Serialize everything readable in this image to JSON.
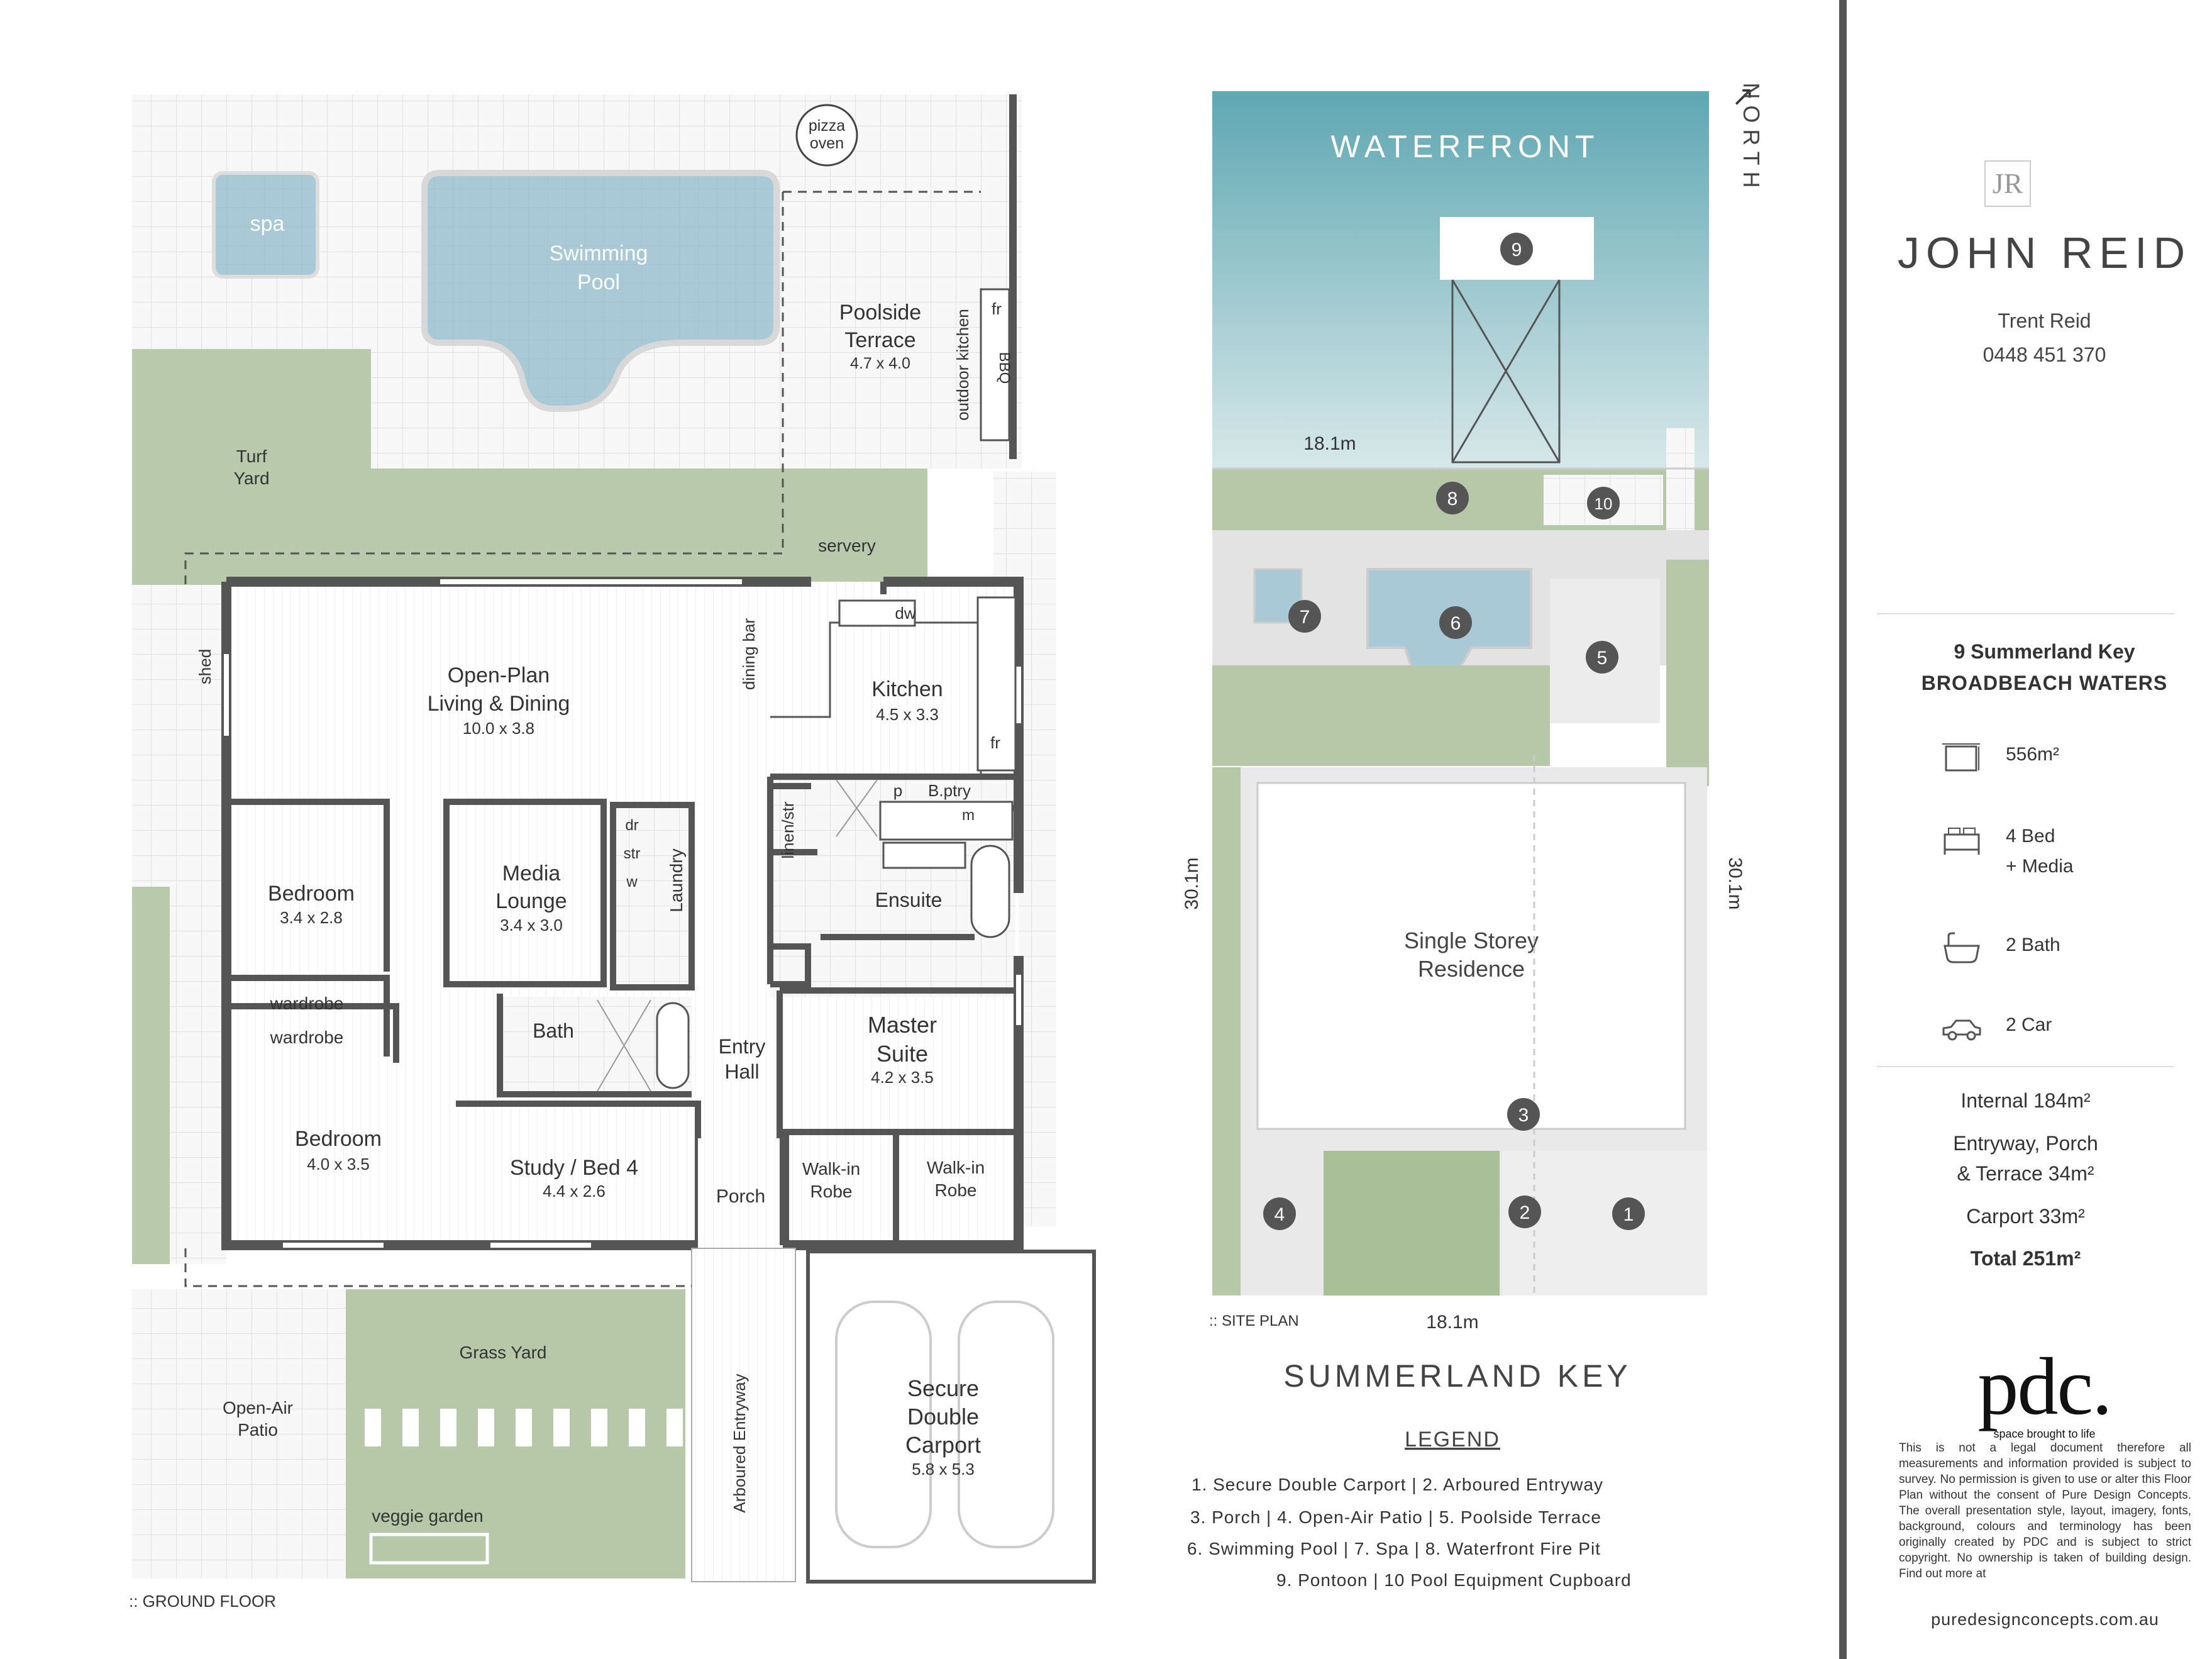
{
  "ground_floor": {
    "label": ":: GROUND FLOOR",
    "rooms": {
      "pizza_oven": [
        "pizza",
        "oven"
      ],
      "spa": "spa",
      "pool": [
        "Swimming",
        "Pool"
      ],
      "poolside": {
        "name": [
          "Poolside",
          "Terrace"
        ],
        "dims": "4.7 x 4.0"
      },
      "outdoor_kitchen": "outdoor kitchen",
      "fr": "fr",
      "bbq": "BBQ",
      "turf": [
        "Turf",
        "Yard"
      ],
      "servery": "servery",
      "shed": "shed",
      "living": {
        "name": [
          "Open-Plan",
          "Living & Dining"
        ],
        "dims": "10.0 x 3.8"
      },
      "dining_bar": "dining bar",
      "dw": "dw",
      "kitchen": {
        "name": "Kitchen",
        "dims": "4.5 x 3.3"
      },
      "fr2": "fr",
      "p": "p",
      "bpantry": "B.ptry",
      "m": "m",
      "linen": "linen/str",
      "dr": "dr",
      "str": "str",
      "w": "w",
      "laundry": "Laundry",
      "media": {
        "name": [
          "Media",
          "Lounge"
        ],
        "dims": "3.4 x 3.0"
      },
      "bedroom1": {
        "name": "Bedroom",
        "dims": "3.4 x 2.8"
      },
      "wardrobe1": "wardrobe",
      "wardrobe2": "wardrobe",
      "bedroom2": {
        "name": "Bedroom",
        "dims": "4.0 x 3.5"
      },
      "ensuite": "Ensuite",
      "bath": "Bath",
      "entry": [
        "Entry",
        "Hall"
      ],
      "master": {
        "name": [
          "Master",
          "Suite"
        ],
        "dims": "4.2 x 3.5"
      },
      "study": {
        "name": "Study / Bed 4",
        "dims": "4.4 x 2.6"
      },
      "porch": "Porch",
      "wir1": [
        "Walk-in",
        "Robe"
      ],
      "wir2": [
        "Walk-in",
        "Robe"
      ],
      "grass": "Grass Yard",
      "patio": [
        "Open-Air",
        "Patio"
      ],
      "veggie": "veggie garden",
      "arboured": "Arboured Entryway",
      "carport": {
        "name": [
          "Secure",
          "Double",
          "Carport"
        ],
        "dims": "5.8 x 5.3"
      }
    }
  },
  "site_plan": {
    "label": ":: SITE PLAN",
    "waterfront": "WATERFRONT",
    "north": "NORTH",
    "dim_top": "18.1m",
    "dim_bottom": "18.1m",
    "dim_left": "30.1m",
    "dim_right": "30.1m",
    "residence": [
      "Single Storey",
      "Residence"
    ],
    "markers": [
      "1",
      "2",
      "3",
      "4",
      "5",
      "6",
      "7",
      "8",
      "9",
      "10"
    ],
    "street": "SUMMERLAND KEY",
    "legend_title": "LEGEND",
    "legend_lines": [
      "1. Secure Double Carport  |  2. Arboured Entryway",
      "3. Porch  |  4. Open-Air Patio  |  5. Poolside Terrace",
      "6. Swimming Pool  |  7. Spa  |  8. Waterfront Fire Pit",
      "9. Pontoon  |  10 Pool Equipment Cupboard"
    ]
  },
  "sidebar": {
    "logo_mark": "JR",
    "brand": "JOHN REID",
    "agent": "Trent Reid",
    "phone": "0448 451 370",
    "address_line1": "9 Summerland Key",
    "address_line2": "BROADBEACH WATERS",
    "features": [
      {
        "icon": "land-area-icon",
        "label": "556m²"
      },
      {
        "icon": "bed-icon",
        "label": "4 Bed",
        "sub": "+ Media"
      },
      {
        "icon": "bath-icon",
        "label": "2 Bath"
      },
      {
        "icon": "car-icon",
        "label": "2 Car"
      }
    ],
    "areas": {
      "internal": "Internal 184m²",
      "entry1": "Entryway, Porch",
      "entry2": "& Terrace 34m²",
      "carport": "Carport 33m²",
      "total": "Total 251m²"
    },
    "pdc_logo": "pdc.",
    "pdc_tagline": "space brought to life",
    "disclaimer": "This is not a legal document therefore all measurements and information provided is subject to survey. No permission is given to use or alter this Floor Plan without the consent of Pure Design Concepts. The overall presentation style, layout, imagery, fonts, background, colours and terminology has been originally created by PDC and is subject to strict copyright. No ownership is taken of building design. Find out more at",
    "url": "puredesignconcepts.com.au"
  },
  "colors": {
    "water": "#8fc3cd",
    "pool": "#a9c9d6",
    "lawn": "#b6c8a8",
    "wall": "#555555",
    "tile": "#f2f2f2"
  }
}
